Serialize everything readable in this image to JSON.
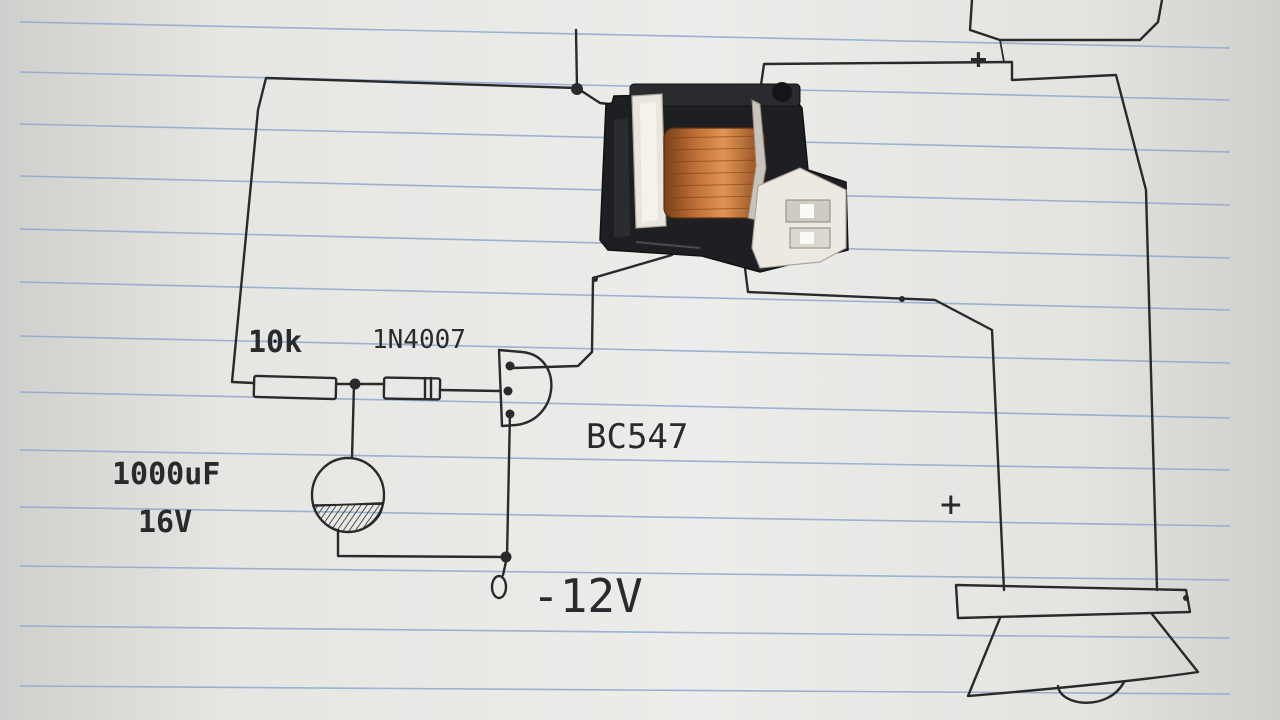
{
  "labels": {
    "resistor": "10k",
    "diode": "1N4007",
    "transistor": "BC547",
    "capacitor_value": "1000uF",
    "capacitor_voltage": "16V",
    "negative_supply": "-12V",
    "plus_top": "+",
    "plus_speaker": "+"
  },
  "components": {
    "relay": "relay-photo",
    "speaker": "speaker-drawing"
  },
  "colors": {
    "ink": "#2a2a2c",
    "rule_lines": "#8fa7cf",
    "coil_copper": "#b86a33",
    "relay_body": "#1e1f22",
    "relay_plastic": "#e9e5dc"
  }
}
